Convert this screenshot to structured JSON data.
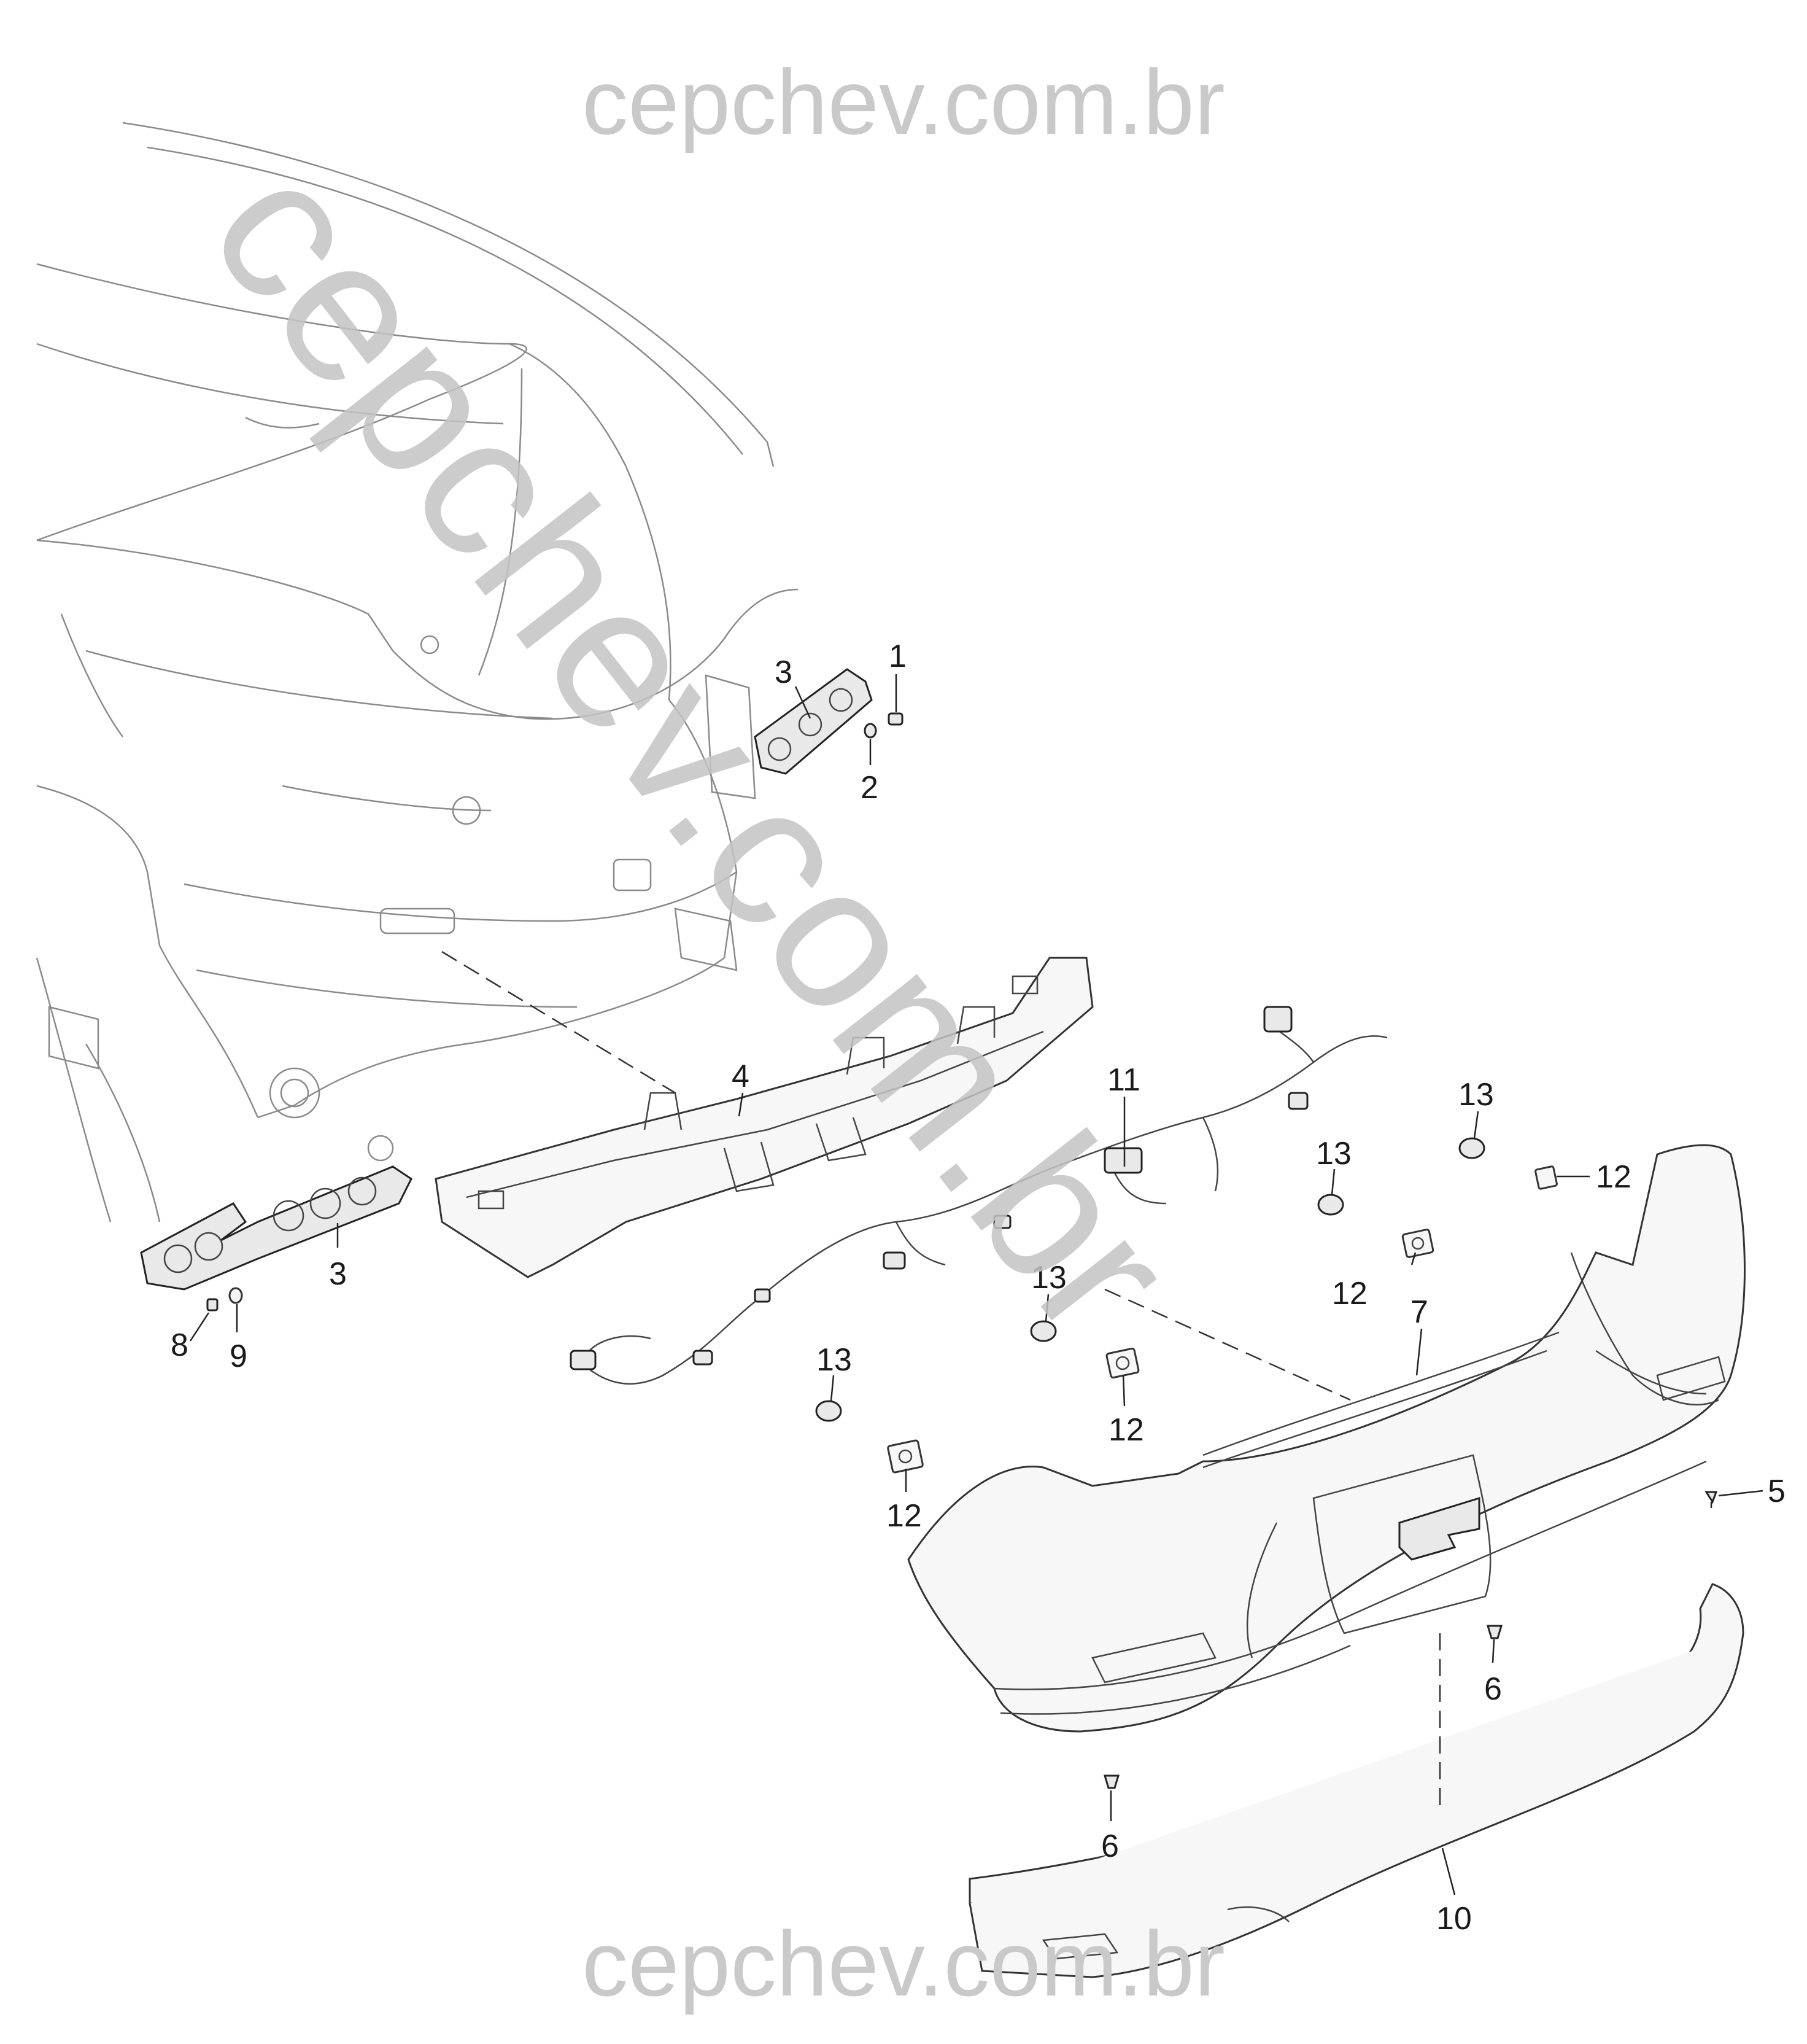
{
  "watermark": {
    "top": "cepchev.com.br",
    "bottom": "cepchev.com.br",
    "diagonal": "cepchev.com.br"
  },
  "callouts": [
    {
      "id": "c1",
      "text": "1"
    },
    {
      "id": "c2",
      "text": "2"
    },
    {
      "id": "c3a",
      "text": "3"
    },
    {
      "id": "c3b",
      "text": "3"
    },
    {
      "id": "c4",
      "text": "4"
    },
    {
      "id": "c5",
      "text": "5"
    },
    {
      "id": "c6a",
      "text": "6"
    },
    {
      "id": "c6b",
      "text": "6"
    },
    {
      "id": "c7",
      "text": "7"
    },
    {
      "id": "c8",
      "text": "8"
    },
    {
      "id": "c9",
      "text": "9"
    },
    {
      "id": "c10",
      "text": "10"
    },
    {
      "id": "c11",
      "text": "11"
    },
    {
      "id": "c12a",
      "text": "12"
    },
    {
      "id": "c12b",
      "text": "12"
    },
    {
      "id": "c12c",
      "text": "12"
    },
    {
      "id": "c12d",
      "text": "12"
    },
    {
      "id": "c13a",
      "text": "13"
    },
    {
      "id": "c13b",
      "text": "13"
    },
    {
      "id": "c13c",
      "text": "13"
    },
    {
      "id": "c13d",
      "text": "13"
    }
  ]
}
